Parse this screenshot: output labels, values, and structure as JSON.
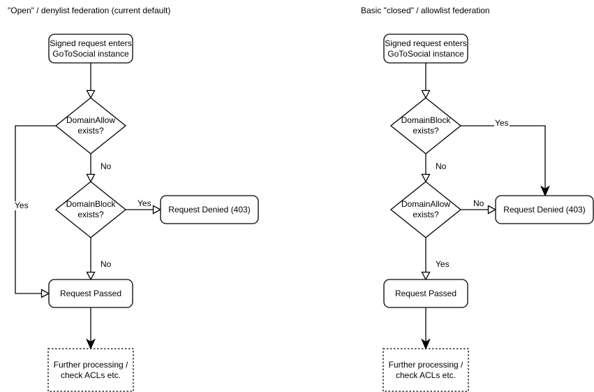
{
  "colors": {
    "line": "#000000",
    "text": "#000000",
    "node_fill": "#ffffff",
    "background": "#ffffff"
  },
  "flows": {
    "left": {
      "title": "\"Open\" / denylist federation (current default)",
      "nodes": {
        "start": "Signed request enters\nGoToSocial instance",
        "decision1": "DomainAllow\nexists?",
        "decision2": "DomainBlock\nexists?",
        "denied": "Request Denied (403)",
        "passed": "Request Passed",
        "further": "Further processing /\ncheck ACLs etc."
      },
      "edge_labels": {
        "decision1_yes": "Yes",
        "decision1_no": "No",
        "decision2_yes": "Yes",
        "decision2_no": "No"
      }
    },
    "right": {
      "title": "Basic \"closed\" / allowlist federation",
      "nodes": {
        "start": "Signed request enters\nGoToSocial instance",
        "decision1": "DomainBlock\nexists?",
        "decision2": "DomainAllow\nexists?",
        "denied": "Request Denied (403)",
        "passed": "Request Passed",
        "further": "Further processing /\ncheck ACLs etc."
      },
      "edge_labels": {
        "decision1_yes": "Yes",
        "decision1_no": "No",
        "decision2_no": "No",
        "decision2_yes": "Yes"
      }
    }
  }
}
